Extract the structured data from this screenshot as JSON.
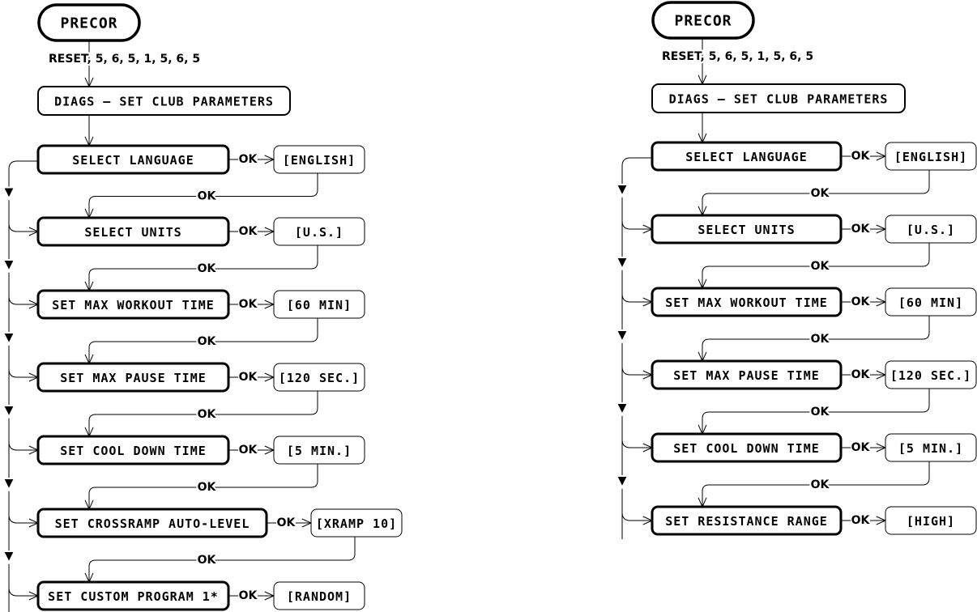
{
  "diagrams": [
    {
      "name": "left-flowchart",
      "start": "PRECOR",
      "entry_sequence": "RESET, 5, 6, 5, 1, 5, 6, 5",
      "mode": "DIAGS – SET CLUB PARAMETERS",
      "steps": [
        {
          "label": "SELECT LANGUAGE",
          "value": "[ENGLISH]"
        },
        {
          "label": "SELECT UNITS",
          "value": "[U.S.]"
        },
        {
          "label": "SET MAX WORKOUT TIME",
          "value": "[60 MIN]"
        },
        {
          "label": "SET MAX PAUSE TIME",
          "value": "[120 SEC.]"
        },
        {
          "label": "SET COOL DOWN TIME",
          "value": "[5 MIN.]"
        },
        {
          "label": "SET CROSSRAMP AUTO-LEVEL",
          "value": "[XRAMP 10]"
        },
        {
          "label": "SET CUSTOM PROGRAM 1*",
          "value": "[RANDOM]"
        }
      ]
    },
    {
      "name": "right-flowchart",
      "start": "PRECOR",
      "entry_sequence": "RESET, 5, 6, 5, 1, 5, 6, 5",
      "mode": "DIAGS – SET CLUB PARAMETERS",
      "steps": [
        {
          "label": "SELECT LANGUAGE",
          "value": "[ENGLISH]"
        },
        {
          "label": "SELECT UNITS",
          "value": "[U.S.]"
        },
        {
          "label": "SET MAX WORKOUT TIME",
          "value": "[60 MIN]"
        },
        {
          "label": "SET MAX PAUSE TIME",
          "value": "[120 SEC.]"
        },
        {
          "label": "SET COOL DOWN TIME",
          "value": "[5 MIN.]"
        },
        {
          "label": "SET RESISTANCE RANGE",
          "value": "[HIGH]"
        }
      ]
    }
  ],
  "connector_label": "OK",
  "colors": {
    "stroke": "#000000",
    "background": "#ffffff"
  }
}
